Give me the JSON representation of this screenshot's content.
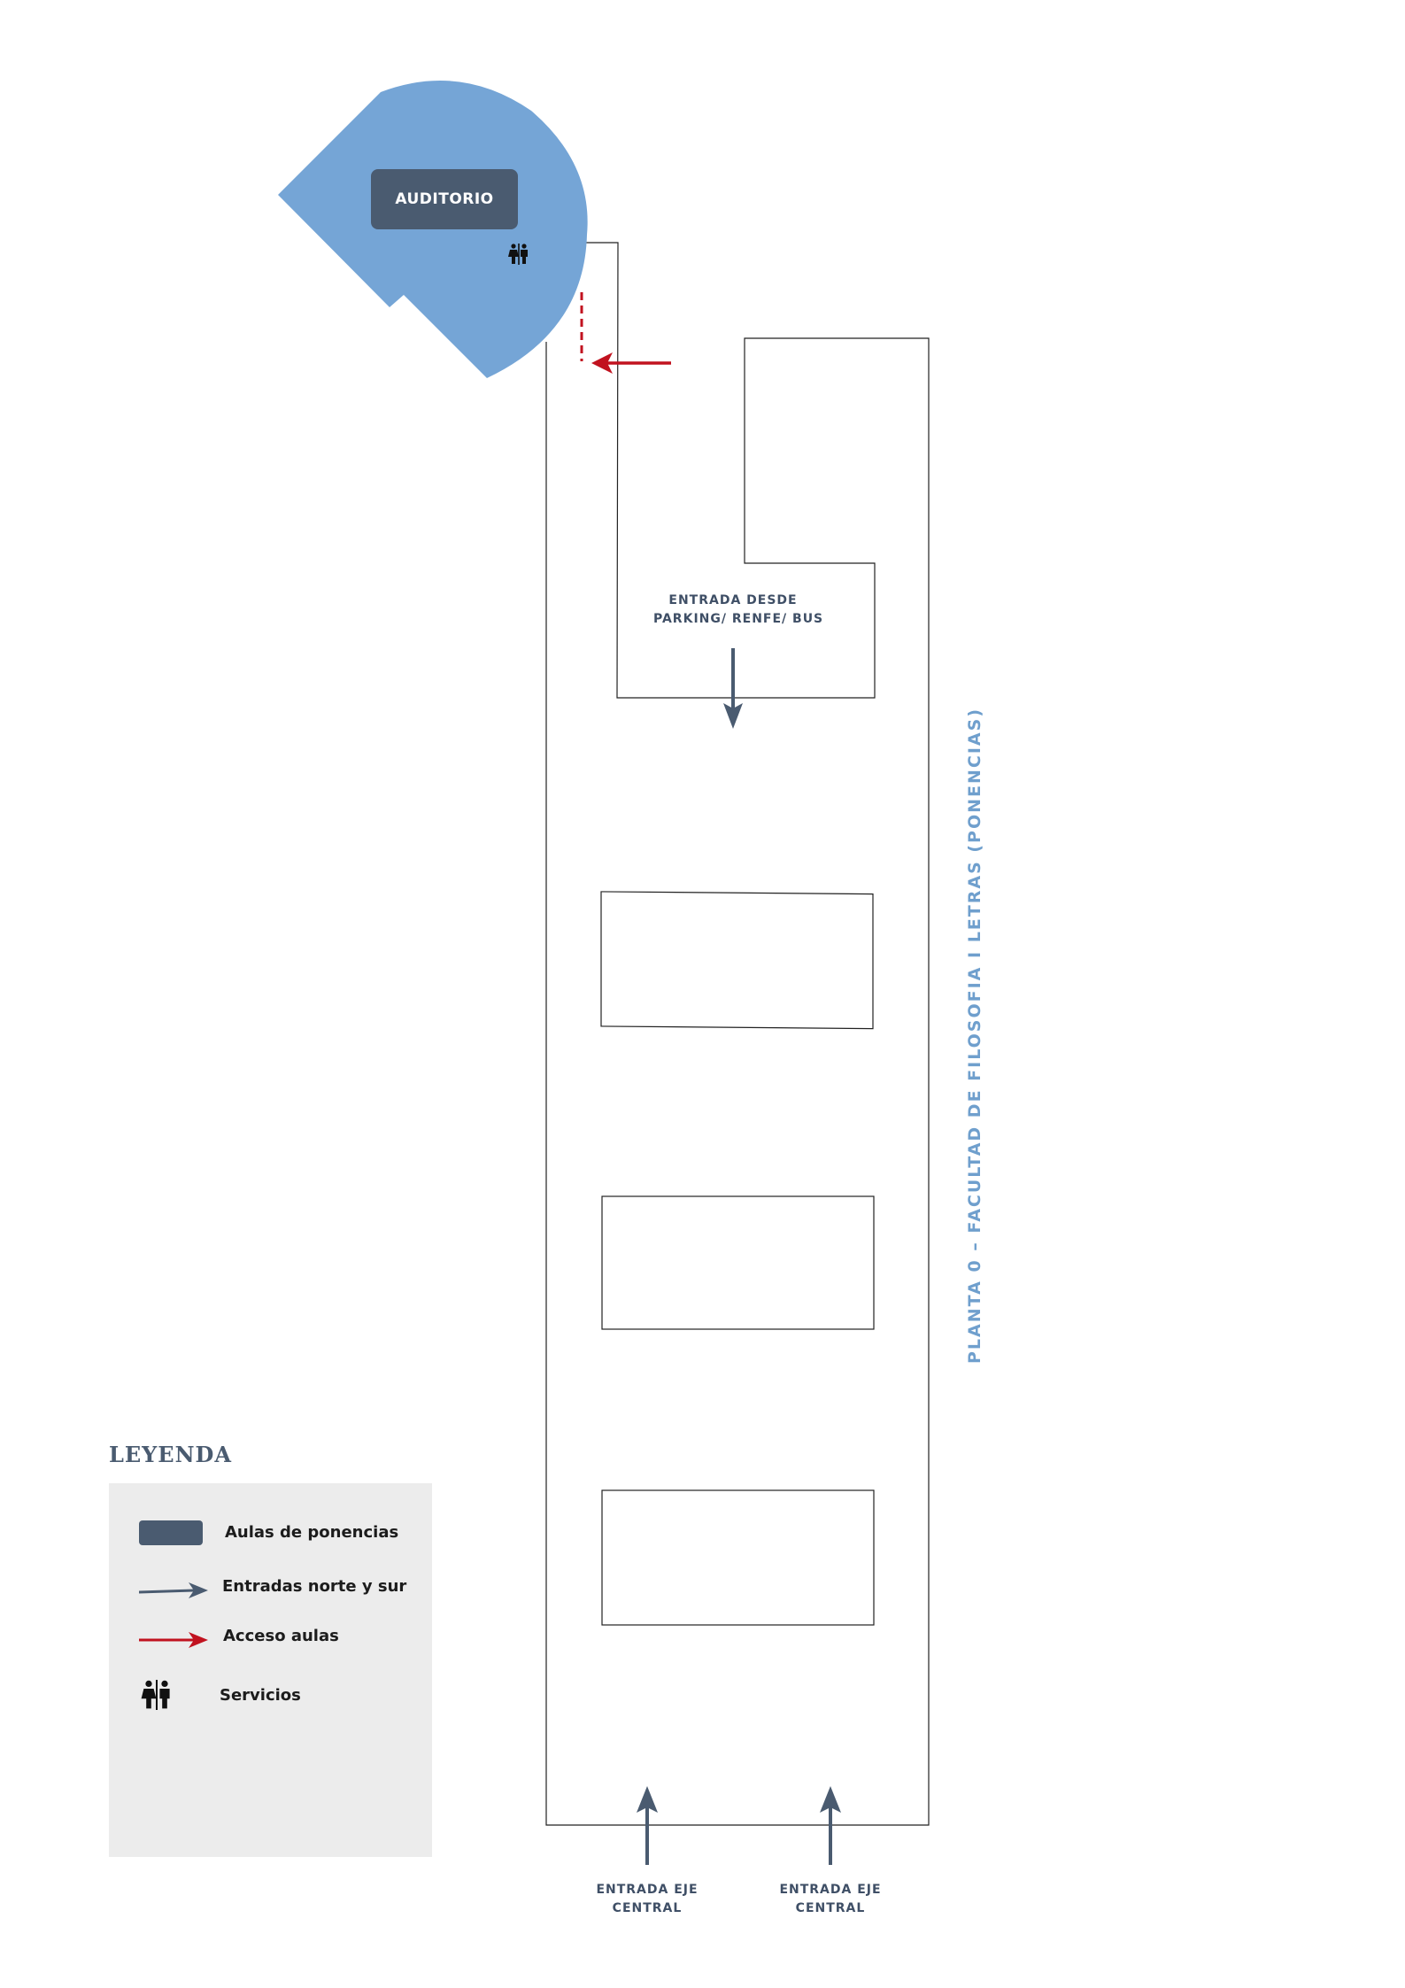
{
  "title": "PLANTA 0 – FACULTAD DE FILOSOFIA I LETRAS (PONENCIAS)",
  "auditorium": "AUDITORIO",
  "entrances": {
    "north": [
      "ENTRADA DESDE",
      "PARKING/ RENFE/ BUS"
    ],
    "south_left": [
      "ENTRADA EJE",
      "CENTRAL"
    ],
    "south_right": [
      "ENTRADA EJE",
      "CENTRAL"
    ]
  },
  "icons": {
    "restroom": "restroom-icon",
    "entrance_arrow": "arrow-icon",
    "access_arrow": "red-arrow-icon"
  },
  "colors": {
    "auditorium": "#75a5d6",
    "classroom": "#4a5b70",
    "entrance": "#4a5b70",
    "access": "#c1121f",
    "title": "#6f9fcd"
  },
  "legend": {
    "title": "LEYENDA",
    "items": [
      {
        "label": "Aulas de ponencias",
        "icon": "classroom-swatch"
      },
      {
        "label": "Entradas norte y sur",
        "icon": "arrow-icon"
      },
      {
        "label": "Acceso aulas",
        "icon": "red-arrow-icon"
      },
      {
        "label": "Servicios",
        "icon": "restroom-icon"
      }
    ]
  }
}
